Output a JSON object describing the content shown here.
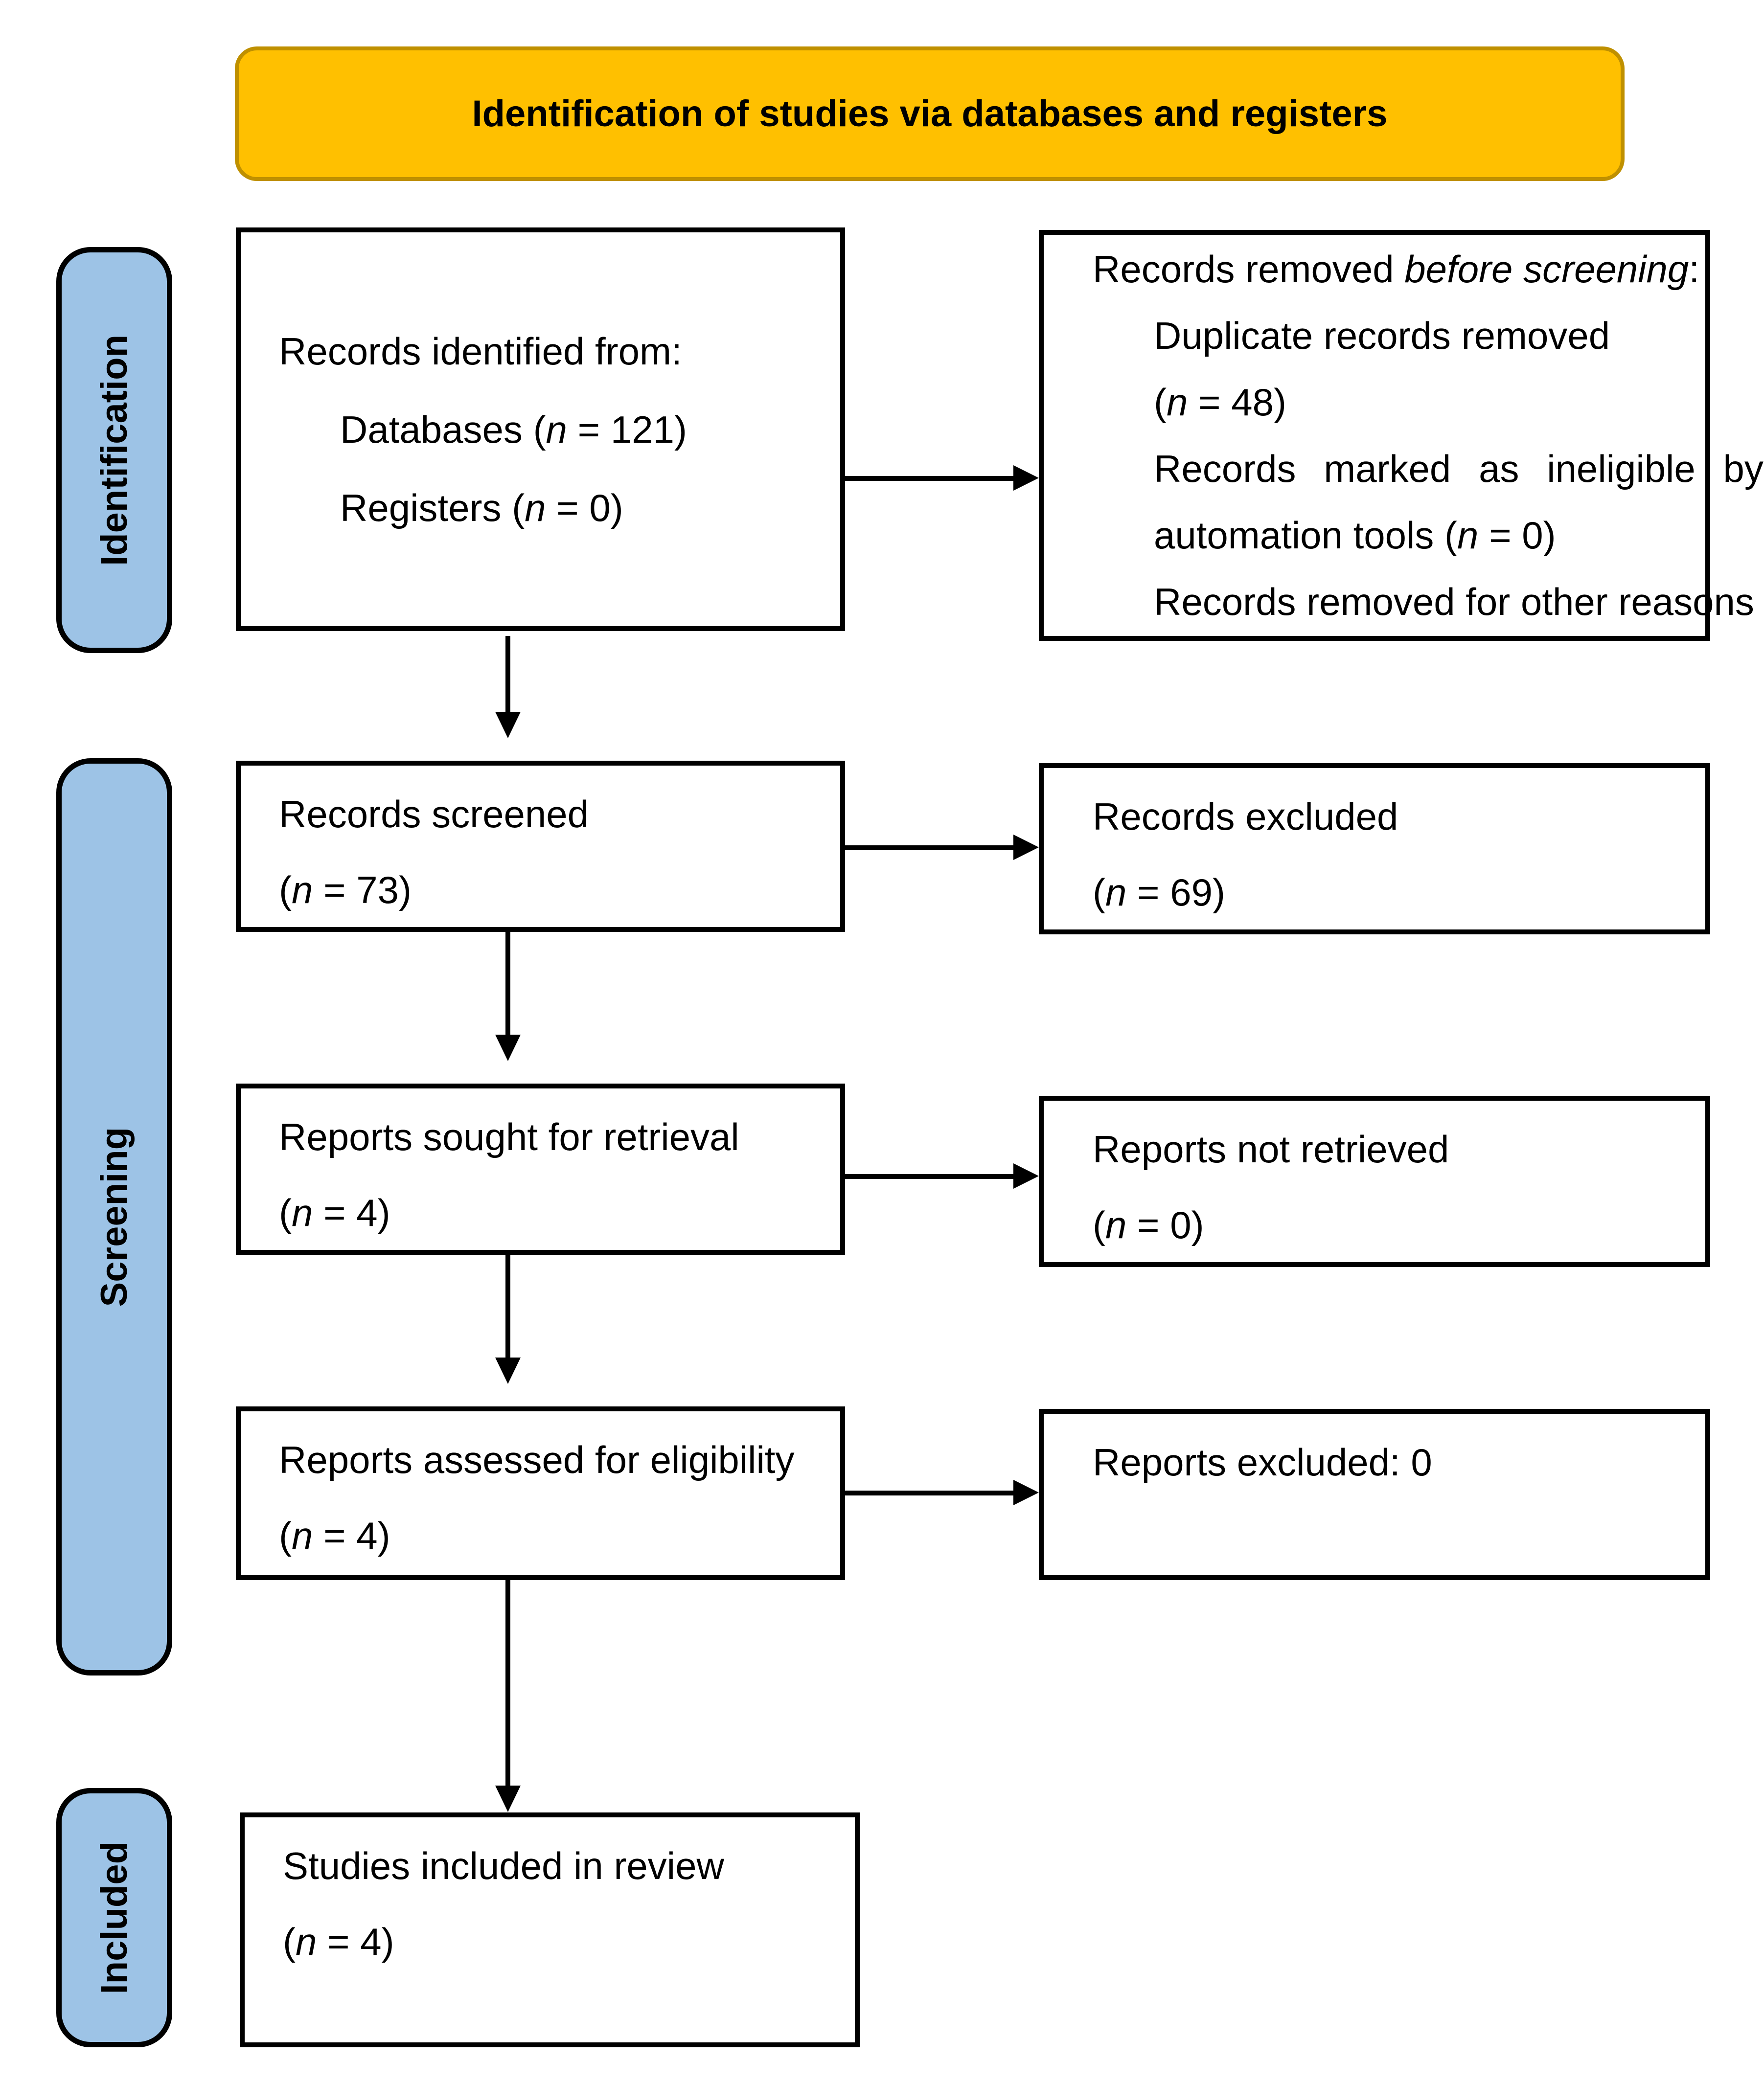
{
  "title_banner": {
    "label": "Identification of studies via databases and registers"
  },
  "stage_labels": [
    {
      "id": "identification",
      "label": "Identification"
    },
    {
      "id": "screening",
      "label": "Screening"
    },
    {
      "id": "included",
      "label": "Included"
    }
  ],
  "colors": {
    "banner_fill": "#FFC000",
    "banner_border": "#BF9000",
    "stage_fill": "#9DC3E6",
    "stage_border": "#000000",
    "box_border": "#000000",
    "arrow": "#000000",
    "page_bg": "#FFFFFF"
  },
  "boxes": {
    "records_identified": {
      "lines": [
        {
          "seg": [
            {
              "t": "Records identified from:"
            }
          ]
        },
        {
          "indent": true,
          "seg": [
            {
              "t": "Databases ("
            },
            {
              "t": "n",
              "i": true
            },
            {
              "t": " = 121)"
            }
          ]
        },
        {
          "indent": true,
          "seg": [
            {
              "t": "Registers ("
            },
            {
              "t": "n",
              "i": true
            },
            {
              "t": " = 0)"
            }
          ]
        }
      ]
    },
    "records_removed": {
      "lines": [
        {
          "seg": [
            {
              "t": "Records removed "
            },
            {
              "t": "before screening",
              "i": true
            },
            {
              "t": ":"
            }
          ]
        },
        {
          "indent": true,
          "seg": [
            {
              "t": "Duplicate records removed"
            }
          ]
        },
        {
          "indent": true,
          "seg": [
            {
              "t": "("
            },
            {
              "t": "n",
              "i": true
            },
            {
              "t": " = 48)"
            }
          ]
        },
        {
          "indent": true,
          "justify": true,
          "seg": [
            {
              "t": "Records marked as ineligible by"
            }
          ]
        },
        {
          "indent": true,
          "seg": [
            {
              "t": "automation tools ("
            },
            {
              "t": "n",
              "i": true
            },
            {
              "t": " = 0)"
            }
          ]
        },
        {
          "indent": true,
          "seg": [
            {
              "t": "Records removed for other reasons"
            }
          ]
        }
      ]
    },
    "records_screened": {
      "lines": [
        {
          "seg": [
            {
              "t": "Records screened"
            }
          ]
        },
        {
          "seg": [
            {
              "t": "("
            },
            {
              "t": "n",
              "i": true
            },
            {
              "t": " = 73)"
            }
          ]
        }
      ]
    },
    "records_excluded": {
      "lines": [
        {
          "seg": [
            {
              "t": "Records excluded"
            }
          ]
        },
        {
          "seg": [
            {
              "t": "("
            },
            {
              "t": "n",
              "i": true
            },
            {
              "t": " = 69)"
            }
          ]
        }
      ]
    },
    "reports_sought": {
      "lines": [
        {
          "seg": [
            {
              "t": "Reports sought for retrieval"
            }
          ]
        },
        {
          "seg": [
            {
              "t": "("
            },
            {
              "t": "n",
              "i": true
            },
            {
              "t": " = 4)"
            }
          ]
        }
      ]
    },
    "reports_not_retrieved": {
      "lines": [
        {
          "seg": [
            {
              "t": "Reports not retrieved"
            }
          ]
        },
        {
          "seg": [
            {
              "t": "("
            },
            {
              "t": "n",
              "i": true
            },
            {
              "t": " = 0)"
            }
          ]
        }
      ]
    },
    "reports_assessed": {
      "lines": [
        {
          "seg": [
            {
              "t": "Reports assessed for eligibility"
            }
          ]
        },
        {
          "seg": [
            {
              "t": "("
            },
            {
              "t": "n",
              "i": true
            },
            {
              "t": " = 4)"
            }
          ]
        }
      ]
    },
    "reports_excluded": {
      "lines": [
        {
          "seg": [
            {
              "t": "Reports excluded: 0"
            }
          ]
        }
      ]
    },
    "studies_included": {
      "lines": [
        {
          "seg": [
            {
              "t": "Studies included in review"
            }
          ]
        },
        {
          "seg": [
            {
              "t": "("
            },
            {
              "t": "n",
              "i": true
            },
            {
              "t": " = 4)"
            }
          ]
        }
      ]
    }
  }
}
